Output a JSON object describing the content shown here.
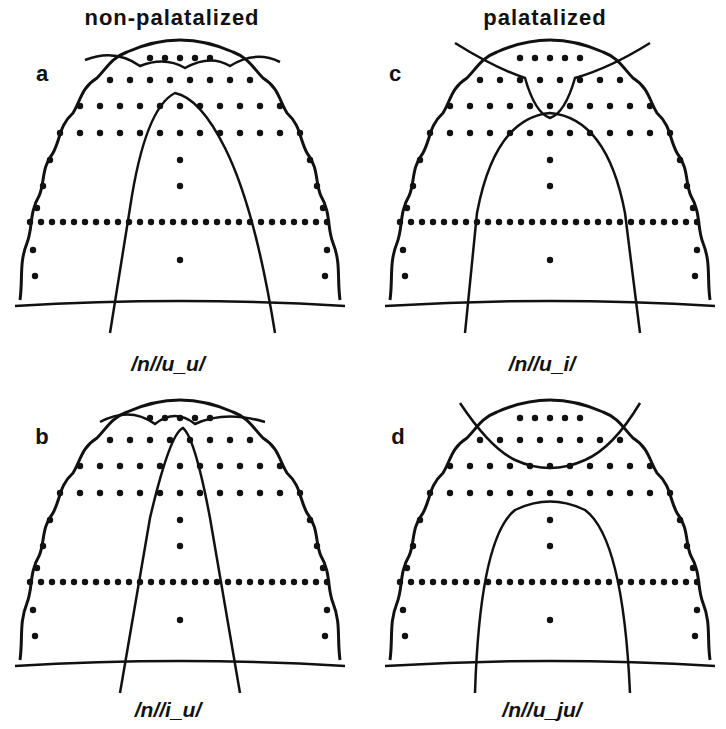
{
  "diagram": {
    "labels": [
      "non-palatalized",
      "palatalized",
      "a",
      "c",
      "/n//u_u/",
      "/n//u_i/",
      "b",
      "d",
      "/n//i_u/",
      "/n//u_ju/"
    ]
  }
}
